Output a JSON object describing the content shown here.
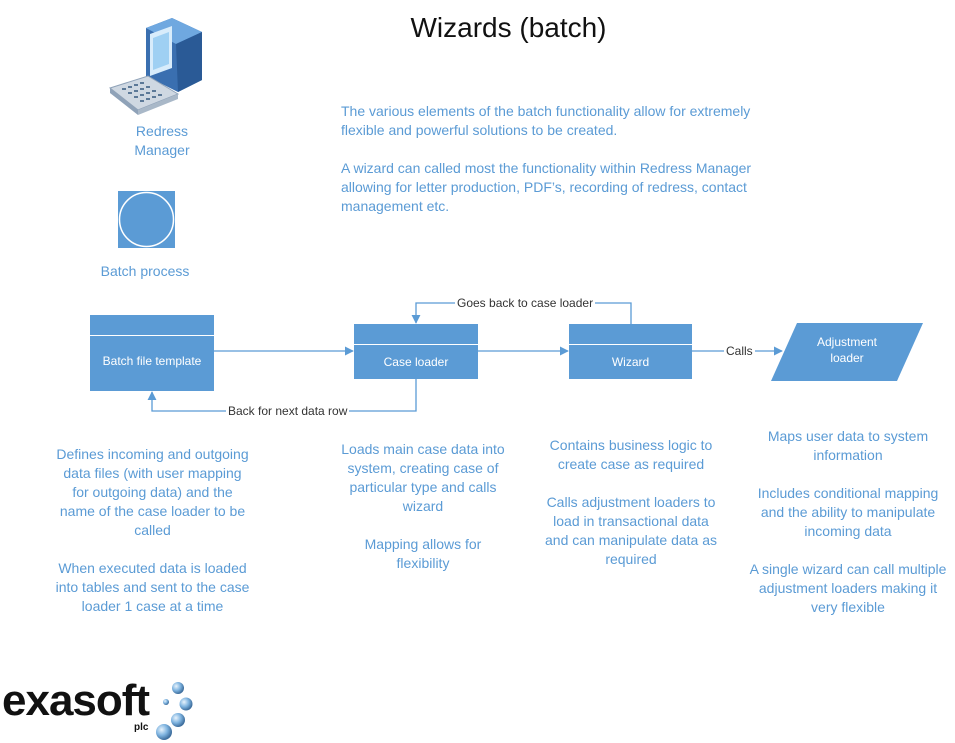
{
  "title": "Wizards (batch)",
  "legend": {
    "computer_label_line1": "Redress",
    "computer_label_line2": "Manager",
    "batch_label": "Batch process"
  },
  "intro": {
    "para1": "The various elements of the batch functionality allow for extremely flexible and powerful solutions to be created.",
    "para2": "A wizard can called most the functionality within Redress Manager allowing for letter production, PDF’s, recording of redress, contact management etc."
  },
  "nodes": {
    "batch_file_template": "Batch file template",
    "case_loader": "Case loader",
    "wizard": "Wizard",
    "adjustment_loader_line1": "Adjustment",
    "adjustment_loader_line2": "loader"
  },
  "edges": {
    "goes_back": "Goes back to case loader",
    "calls": "Calls",
    "back_next_row": "Back for next data row"
  },
  "descriptions": {
    "batch_p1": "Defines incoming and outgoing data files (with user mapping for outgoing data) and the name of the case loader to be called",
    "batch_p2": "When executed data is loaded into tables and sent to the case loader 1 case at a time",
    "case_p1": "Loads main case data into system, creating case of particular type and calls wizard",
    "case_p2": "Mapping allows for flexibility",
    "wizard_p1": "Contains business logic to create case as required",
    "wizard_p2": "Calls adjustment loaders to load in transactional data and can manipulate data as required",
    "adj_p1": "Maps user data to system information",
    "adj_p2": "Includes conditional mapping and the ability to manipulate incoming data",
    "adj_p3": "A single wizard can call multiple adjustment loaders making it very flexible"
  },
  "logo": {
    "word": "exasoft",
    "sub": "plc"
  },
  "colors": {
    "shape_fill": "#5b9bd5",
    "text_blue": "#5b9bd5",
    "connector": "#5b9bd5"
  }
}
